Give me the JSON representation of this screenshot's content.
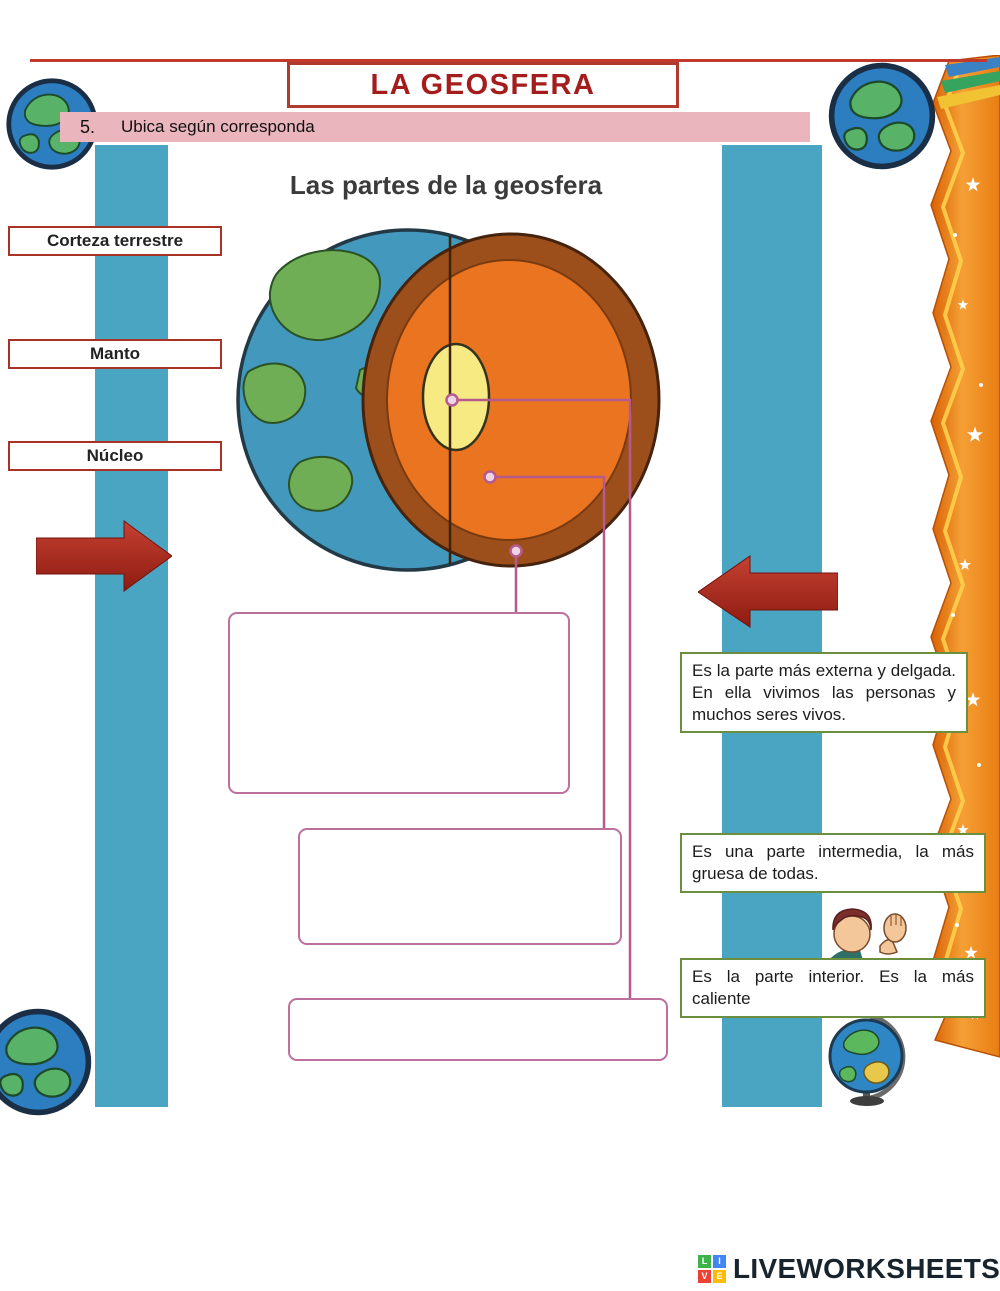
{
  "header": {
    "title": "LA GEOSFERA",
    "exercise_number": "5.",
    "instruction": "Ubica según corresponda"
  },
  "diagram": {
    "title": "Las partes de la geosfera",
    "part_labels": [
      {
        "id": "crust",
        "text": "Corteza terrestre"
      },
      {
        "id": "mantle",
        "text": "Manto"
      },
      {
        "id": "core",
        "text": "Núcleo"
      }
    ]
  },
  "descriptions": [
    {
      "id": "crust",
      "text": "Es la parte más externa y delgada. En ella vivimos las personas y muchos seres vivos."
    },
    {
      "id": "mantle",
      "text": "Es una parte intermedia, la más gruesa de todas."
    },
    {
      "id": "core",
      "text": "Es la parte interior. Es la más caliente"
    }
  ],
  "footer": {
    "brand": "LIVEWORKSHEETS",
    "logo_letters": [
      "L",
      "I",
      "V",
      "E"
    ]
  },
  "colors": {
    "title_red": "#a51c1c",
    "banner_border": "#b03a2e",
    "instruction_pink": "#eab5bd",
    "stripe_teal": "#4aa5c2",
    "arrow_red": "#b22a1d",
    "answer_box_border": "#bd6f9e",
    "connector_pink": "#b55a8c",
    "description_border": "#6b8f3f",
    "side_band_orange": "#ef8018",
    "crust_brown": "#9c4f1b",
    "mantle_orange": "#ea7420",
    "core_yellow": "#f7ea82"
  }
}
